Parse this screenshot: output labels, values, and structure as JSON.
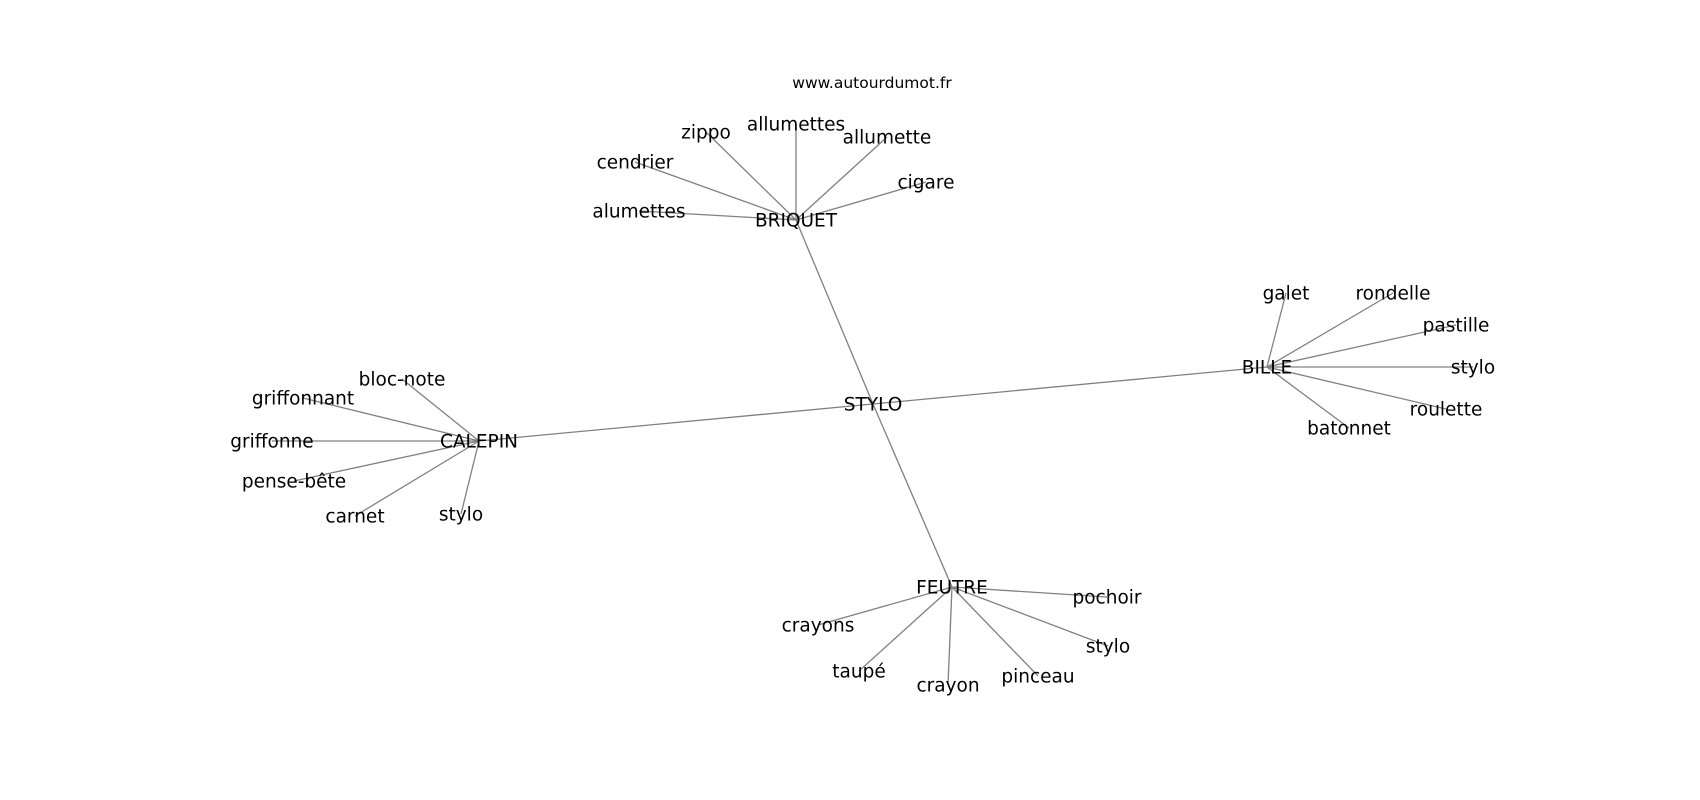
{
  "source": "www.autourdumot.fr",
  "graph": {
    "type": "word-association-graph",
    "root": "STYLO",
    "clusters": [
      {
        "hub": "BRIQUET",
        "words": [
          "zippo",
          "allumettes",
          "allumette",
          "cendrier",
          "cigare",
          "alumettes"
        ]
      },
      {
        "hub": "BILLE",
        "words": [
          "galet",
          "rondelle",
          "pastille",
          "stylo",
          "roulette",
          "batonnet"
        ]
      },
      {
        "hub": "CALEPIN",
        "words": [
          "bloc-note",
          "griffonnant",
          "griffonne",
          "pense-bête",
          "carnet",
          "stylo"
        ]
      },
      {
        "hub": "FEUTRE",
        "words": [
          "pochoir",
          "crayons",
          "stylo",
          "taupé",
          "crayon",
          "pinceau"
        ]
      }
    ]
  }
}
